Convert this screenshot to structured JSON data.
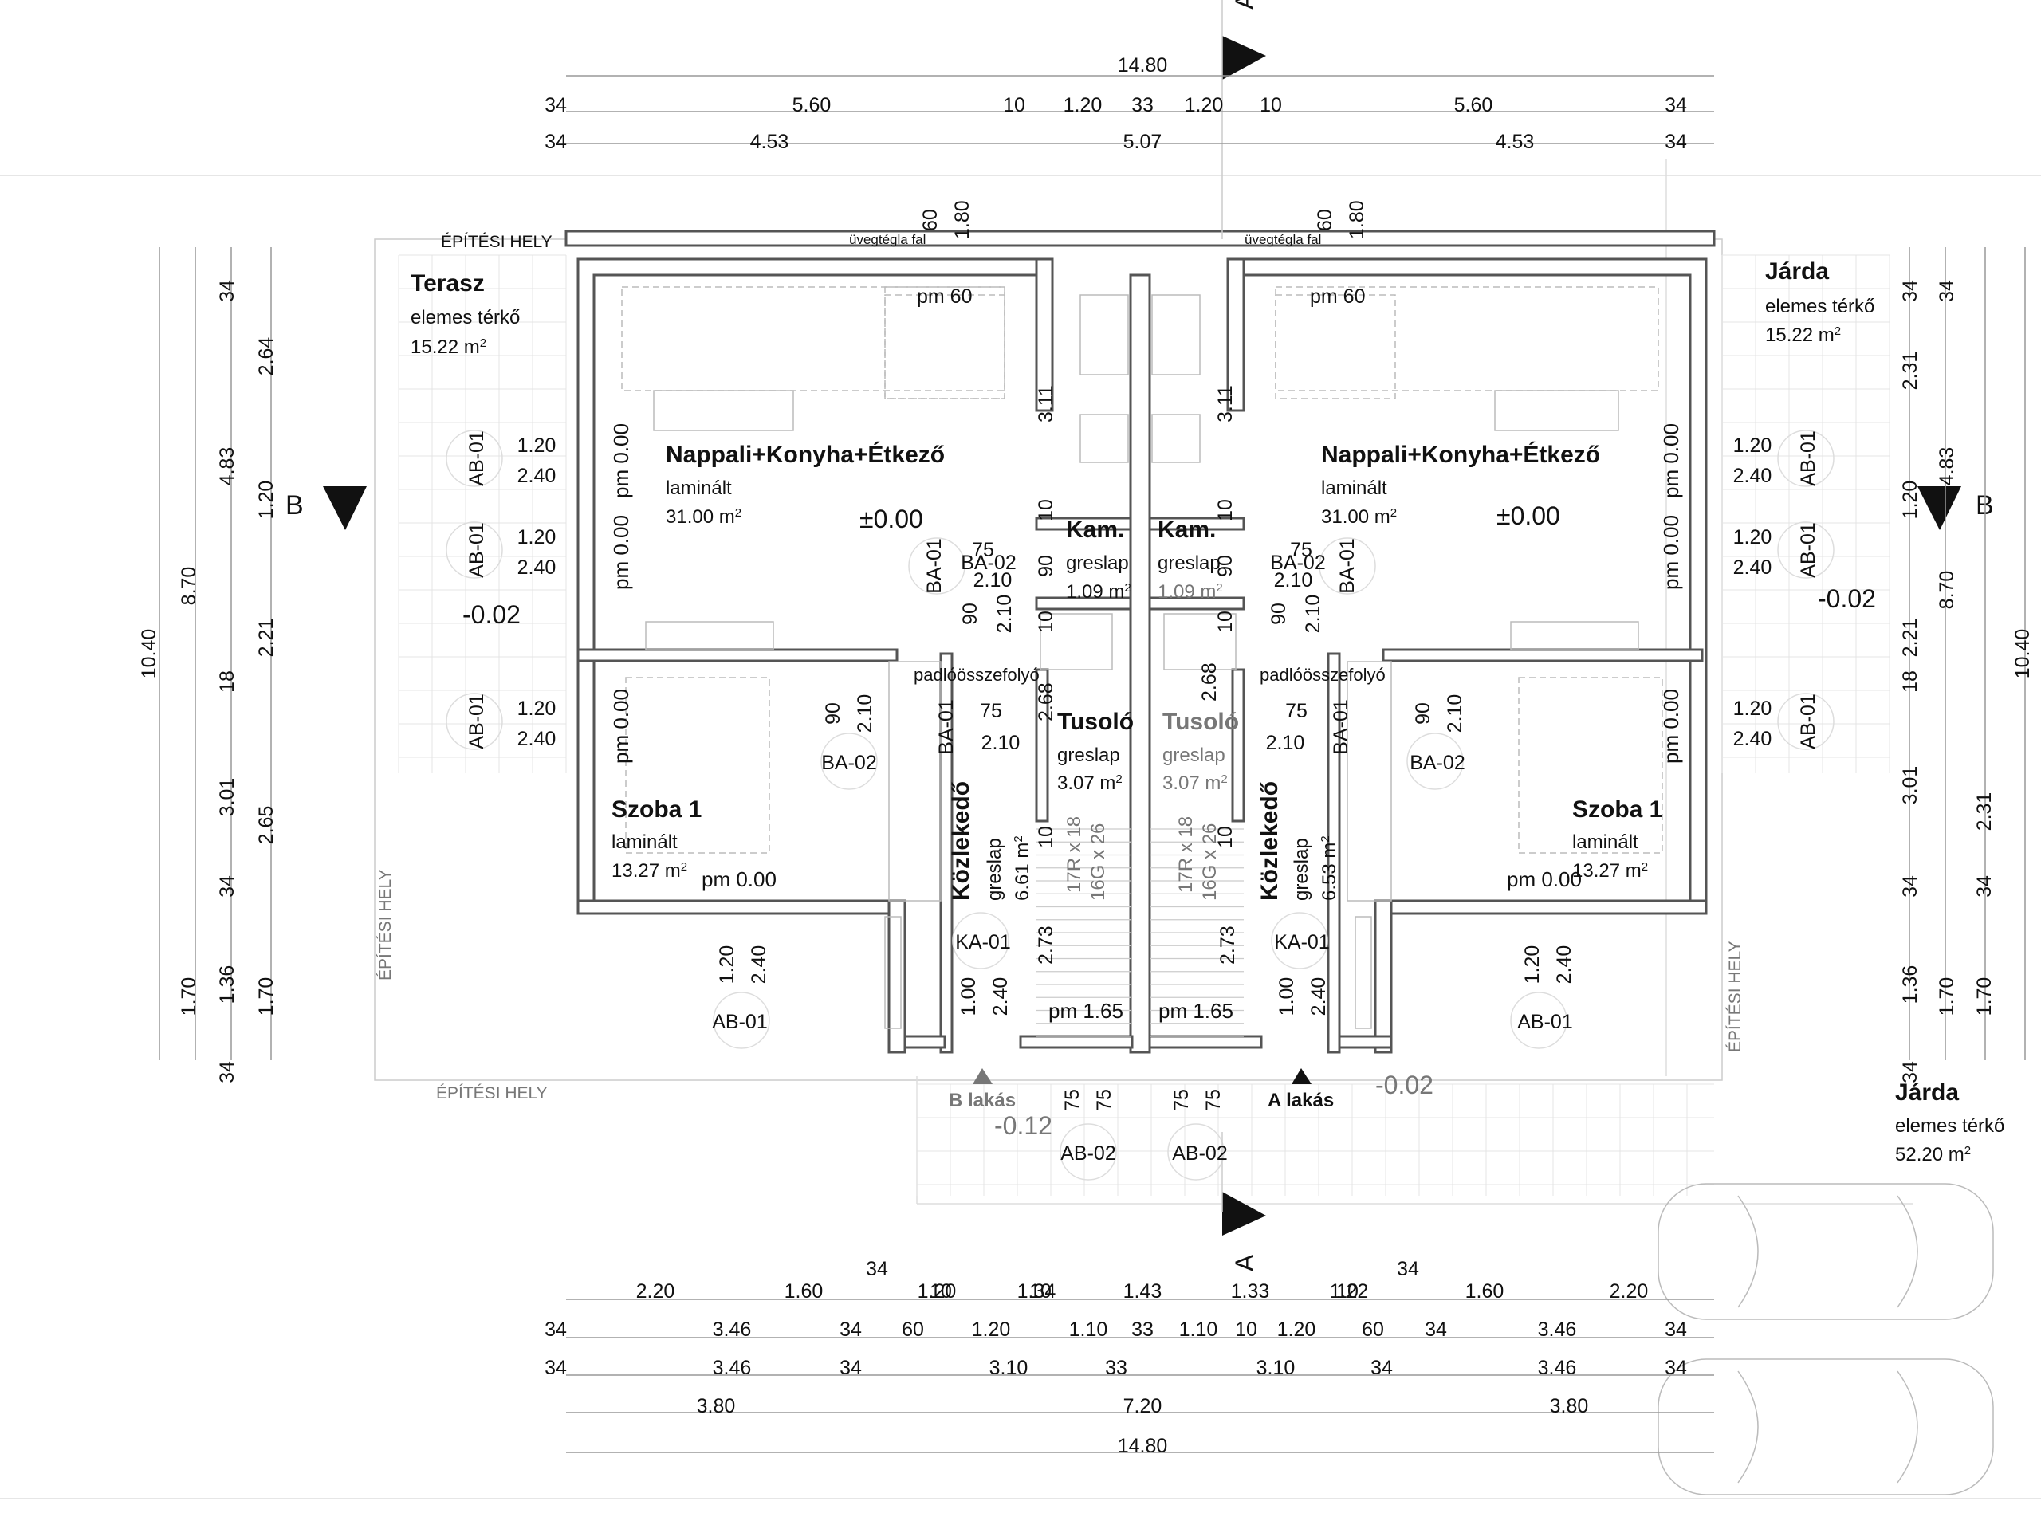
{
  "section_markers": {
    "A_top": "A",
    "A_bottom": "A",
    "B_left": "B",
    "B_right": "B"
  },
  "dims_top": {
    "row0": [
      {
        "v": "14.80"
      }
    ],
    "row1": [
      {
        "v": "34"
      },
      {
        "v": "5.60"
      },
      {
        "v": "10"
      },
      {
        "v": "1.20"
      },
      {
        "v": "33"
      },
      {
        "v": "1.20"
      },
      {
        "v": "10"
      },
      {
        "v": "5.60"
      },
      {
        "v": "34"
      }
    ],
    "row2": [
      {
        "v": "34"
      },
      {
        "v": "4.53"
      },
      {
        "v": "5.07"
      },
      {
        "v": "4.53"
      },
      {
        "v": "34"
      }
    ]
  },
  "dims_bottom": {
    "row0_upper": [
      {
        "v": "34"
      },
      {
        "v": "34"
      }
    ],
    "row0": [
      {
        "v": "2.20"
      },
      {
        "v": "1.60"
      },
      {
        "v": "1.20"
      },
      {
        "v": "10"
      },
      {
        "v": "1.34"
      },
      {
        "v": "10"
      },
      {
        "v": "1.43"
      },
      {
        "v": "1.33"
      },
      {
        "v": "1.22"
      },
      {
        "v": "10"
      },
      {
        "v": "1.60"
      },
      {
        "v": "2.20"
      }
    ],
    "row1": [
      {
        "v": "34"
      },
      {
        "v": "3.46"
      },
      {
        "v": "34"
      },
      {
        "v": "60"
      },
      {
        "v": "1.20"
      },
      {
        "v": "1.10"
      },
      {
        "v": "33"
      },
      {
        "v": "1.10"
      },
      {
        "v": "10"
      },
      {
        "v": "1.20"
      },
      {
        "v": "60"
      },
      {
        "v": "34"
      },
      {
        "v": "3.46"
      },
      {
        "v": "34"
      }
    ],
    "row2": [
      {
        "v": "34"
      },
      {
        "v": "3.46"
      },
      {
        "v": "34"
      },
      {
        "v": "3.10"
      },
      {
        "v": "33"
      },
      {
        "v": "3.10"
      },
      {
        "v": "34"
      },
      {
        "v": "3.46"
      },
      {
        "v": "34"
      }
    ],
    "row3": [
      {
        "v": "3.80"
      },
      {
        "v": "7.20"
      },
      {
        "v": "3.80"
      }
    ],
    "row4": [
      {
        "v": "14.80"
      }
    ]
  },
  "dims_left": {
    "col_a": [
      {
        "v": "10.40"
      }
    ],
    "col_b": [
      {
        "v": "8.70"
      },
      {
        "v": "1.70"
      }
    ],
    "col_c": [
      {
        "v": "34"
      },
      {
        "v": "4.83"
      },
      {
        "v": "18"
      },
      {
        "v": "3.01"
      },
      {
        "v": "34"
      },
      {
        "v": "1.36"
      },
      {
        "v": "34"
      }
    ],
    "col_d": [
      {
        "v": "2.64"
      },
      {
        "v": "1.20"
      },
      {
        "v": "2.21"
      },
      {
        "v": "2.65"
      },
      {
        "v": "1.70"
      }
    ]
  },
  "dims_right": {
    "col_a": [
      {
        "v": "10.40"
      }
    ],
    "col_b": [
      {
        "v": "34"
      },
      {
        "v": "4.83"
      },
      {
        "v": "8.70"
      },
      {
        "v": "1.70"
      }
    ],
    "col_c": [
      {
        "v": "34"
      },
      {
        "v": "2.31"
      },
      {
        "v": "1.20"
      },
      {
        "v": "2.21"
      },
      {
        "v": "18"
      },
      {
        "v": "3.01"
      },
      {
        "v": "34"
      },
      {
        "v": "1.36"
      },
      {
        "v": "34"
      }
    ],
    "col_d": [
      {
        "v": "2.31"
      },
      {
        "v": "34"
      },
      {
        "v": "1.70"
      }
    ]
  },
  "labels": {
    "epitesi_hely": "ÉPÍTÉSI HELY",
    "uvegtegla_fal": "üvegtégla fal",
    "padlo": "padlóösszefolyó",
    "pm_60": "pm 60",
    "pm_000": "pm 0.00",
    "pm_165": "pm 1.65",
    "pm000_display": "pm 0.00",
    "win_60": "60",
    "win_180": "1.80",
    "h_311": "3.11",
    "h_268": "2.68",
    "h_273": "2.73",
    "stair_17r": "17R x 18",
    "stair_16g": "16G x 26",
    "plus_zero": "±0.00",
    "minus_002": "-0.02",
    "minus_012": "-0.12",
    "b_lakas": "B lakás",
    "a_lakas": "A lakás"
  },
  "rooms": {
    "terasz": {
      "name": "Terasz",
      "floor": "elemes térkő",
      "area": "15.22 m",
      "sup": "2"
    },
    "jarda_top": {
      "name": "Járda",
      "floor": "elemes térkő",
      "area": "15.22 m",
      "sup": "2"
    },
    "jarda_bottom": {
      "name": "Járda",
      "floor": "elemes térkő",
      "area": "52.20 m",
      "sup": "2"
    },
    "nappali_l": {
      "name": "Nappali+Konyha+Étkező",
      "floor": "laminált",
      "area": "31.00 m",
      "sup": "2"
    },
    "nappali_r": {
      "name": "Nappali+Konyha+Étkező",
      "floor": "laminált",
      "area": "31.00 m",
      "sup": "2"
    },
    "szoba_l": {
      "name": "Szoba 1",
      "floor": "laminált",
      "area": "13.27 m",
      "sup": "2"
    },
    "szoba_r": {
      "name": "Szoba 1",
      "floor": "laminált",
      "area": "13.27 m",
      "sup": "2"
    },
    "kam_l": {
      "name": "Kam.",
      "floor": "greslap",
      "area": "1.09 m",
      "sup": "2"
    },
    "kam_r": {
      "name": "Kam.",
      "floor": "greslap",
      "area": "1.09 m",
      "sup": "2"
    },
    "tusolo_l": {
      "name": "Tusoló",
      "floor": "greslap",
      "area": "3.07 m",
      "sup": "2"
    },
    "tusolo_r": {
      "name": "Tusoló",
      "floor": "greslap",
      "area": "3.07 m",
      "sup": "2"
    },
    "kozl_l": {
      "name": "Közlekedő",
      "floor": "greslap",
      "area": "6.61 m",
      "sup": "2"
    },
    "kozl_r": {
      "name": "Közlekedő",
      "floor": "greslap",
      "area": "6.53 m",
      "sup": "2"
    }
  },
  "openings": {
    "ab01": "AB-01",
    "ab02": "AB-02",
    "ba01": "BA-01",
    "ba02": "BA-02",
    "ka01": "KA-01",
    "w120": "1.20",
    "h240": "2.40",
    "w100": "1.00",
    "w75": "75",
    "h210": "2.10",
    "w90": "90",
    "w10": "10"
  },
  "colors": {
    "line": "#555555",
    "dim": "#999999",
    "grid": "#dddddd",
    "marker": "#111111"
  }
}
